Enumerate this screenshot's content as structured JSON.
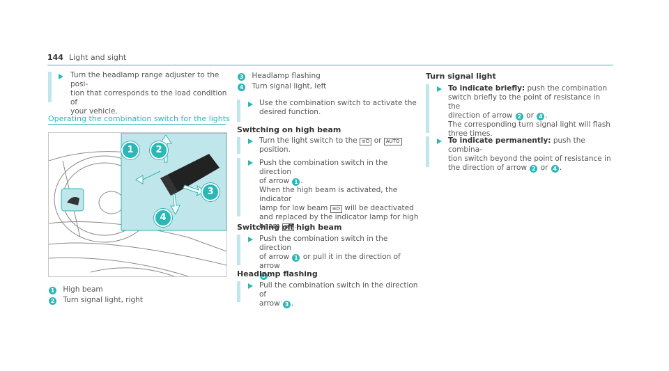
{
  "header": {
    "page_number": "144",
    "title": "Light and sight"
  },
  "intro": {
    "step": "Turn the headlamp range adjuster to the posi-|tion that corresponds to the load condition of|your vehicle."
  },
  "section_heading": "Operating the combination switch for the lights",
  "figure": {
    "callouts": [
      "1",
      "2",
      "3",
      "4"
    ],
    "legend": [
      {
        "num": "1",
        "label": "High beam"
      },
      {
        "num": "2",
        "label": "Turn signal light, right"
      },
      {
        "num": "3",
        "label": "Headlamp flashing"
      },
      {
        "num": "4",
        "label": "Turn signal light, left"
      }
    ]
  },
  "use_step": {
    "line1": "Use the combination switch to activate the",
    "line2": "desired function."
  },
  "switching_on": {
    "heading": "Switching on high beam",
    "step1_a": "Turn the light switch to the",
    "step1_or": "or",
    "step1_b": "position.",
    "sym_low": "≡D",
    "sym_auto": "AUTO",
    "step2_a": "Push the combination switch in the direction",
    "step2_b": "of arrow",
    "step2_c": "When the high beam is activated, the indicator",
    "step2_d": "lamp for low beam",
    "step2_e": "will be deactivated",
    "step2_f": "and replaced by the indicator lamp for high",
    "step2_g": "beam",
    "sym_high": "≣D"
  },
  "switching_off": {
    "heading": "Switching off high beam",
    "a": "Push the combination switch in the direction",
    "b": "of arrow",
    "c": "or pull it in the direction of arrow"
  },
  "flashing": {
    "heading": "Headlamp flashing",
    "a": "Pull the combination switch in the direction of",
    "b": "arrow"
  },
  "turn_signal": {
    "heading": "Turn signal light",
    "briefly_label": "To indicate briefly:",
    "briefly_a": "push the combination",
    "briefly_b": "switch briefly to the point of resistance in the",
    "briefly_c": "direction of arrow",
    "briefly_or": "or",
    "briefly_d": "The corresponding turn signal light will flash",
    "briefly_e": "three times.",
    "perm_label": "To indicate permanently:",
    "perm_a": "push the combina-",
    "perm_b": "tion switch beyond the point of resistance in",
    "perm_c": "the direction of arrow",
    "perm_or": "or"
  },
  "colors": {
    "accent": "#2ab7b5",
    "bar": "#bfe6ea"
  }
}
